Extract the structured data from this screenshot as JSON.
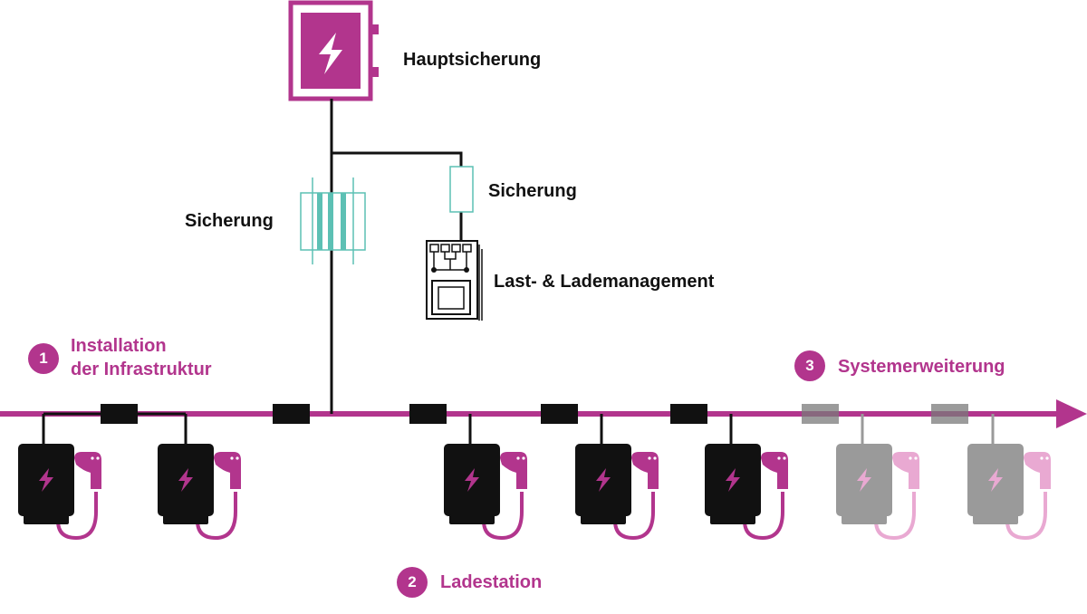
{
  "colors": {
    "magenta": "#b2358d",
    "dark": "#111111",
    "teal": "#5cc0b4",
    "gray": "#9a9a9a",
    "light_magenta": "#e9a9d2"
  },
  "labels": {
    "main_fuse": "Hauptsicherung",
    "fuse_left": "Sicherung",
    "fuse_right": "Sicherung",
    "load_management": "Last- & Lademanagement"
  },
  "steps": [
    {
      "number": "1",
      "lines": [
        "Installation",
        "der Infrastruktur"
      ]
    },
    {
      "number": "2",
      "lines": [
        "Ladestation"
      ]
    },
    {
      "number": "3",
      "lines": [
        "Systemerweiterung"
      ]
    }
  ],
  "icons": {
    "main_fuse": "electrical-cabinet-icon",
    "fuse": "fuse-icon",
    "load_management": "control-module-icon",
    "charger": "wallbox-charger-icon",
    "bolt": "lightning-bolt-icon"
  },
  "chargers": [
    {
      "state": "installed"
    },
    {
      "state": "installed"
    },
    {
      "state": "installed"
    },
    {
      "state": "installed"
    },
    {
      "state": "installed"
    },
    {
      "state": "extension"
    },
    {
      "state": "extension"
    }
  ]
}
